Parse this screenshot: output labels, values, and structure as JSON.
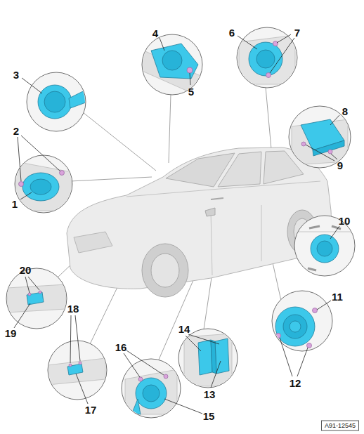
{
  "diagram": {
    "labels": [
      "4",
      "6",
      "7",
      "3",
      "5",
      "8",
      "2",
      "9",
      "1",
      "10",
      "20",
      "11",
      "18",
      "14",
      "16",
      "19",
      "12",
      "13",
      "17",
      "15",
      "A91-12545"
    ]
  }
}
